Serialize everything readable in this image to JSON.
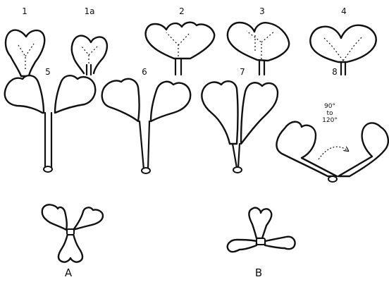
{
  "figure": {
    "stage_labels": [
      "1",
      "1a",
      "2",
      "3",
      "4",
      "5",
      "6",
      "7",
      "8"
    ],
    "angle_annotation": [
      "90°",
      "to",
      "120°"
    ],
    "view_labels": [
      "A",
      "B"
    ]
  }
}
